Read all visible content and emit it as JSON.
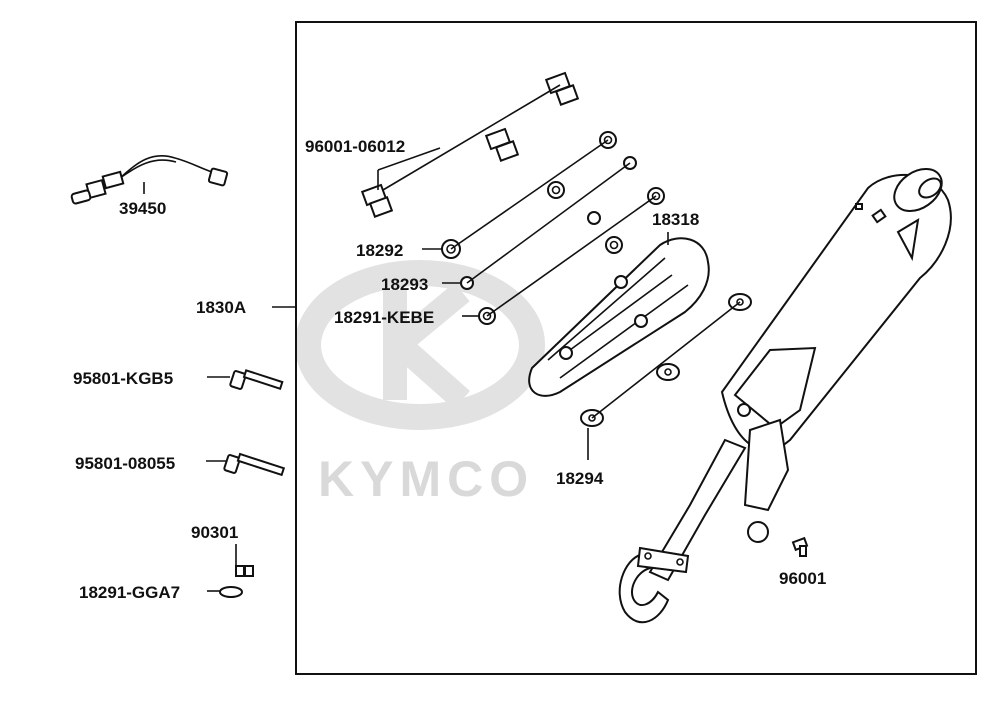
{
  "watermark": {
    "text": "KYMCO"
  },
  "parts": {
    "p39450": "39450",
    "p1830A": "1830A",
    "p95801_KGB5": "95801-KGB5",
    "p95801_08055": "95801-08055",
    "p90301": "90301",
    "p18291_GGA7": "18291-GGA7",
    "p96001_06012": "96001-06012",
    "p18292": "18292",
    "p18293": "18293",
    "p18291_KEBE": "18291-KEBE",
    "p18318": "18318",
    "p18294": "18294",
    "p96001": "96001"
  }
}
